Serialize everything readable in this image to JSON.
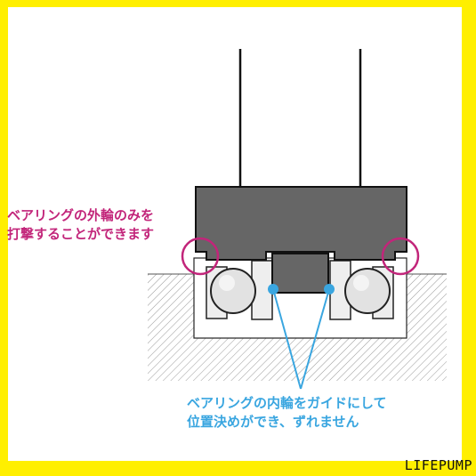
{
  "colors": {
    "frame": "#ffef00",
    "housing": "#666666",
    "bearing_fill": "#eeeeee",
    "callout_magenta": "#c2257a",
    "callout_blue": "#3aa6e0",
    "outline": "#111111"
  },
  "diagram": {
    "callout_outer": {
      "text_lines": [
        "ベアリングの外輪のみを",
        "打撃することができます"
      ]
    },
    "callout_inner": {
      "text_lines": [
        "ベアリングの内輪をガイドにして",
        "位置決めができ、ずれません"
      ]
    },
    "brand": "LIFEPUMP"
  },
  "icons": {
    "outer-race-marker": "magenta-circle",
    "inner-race-marker": "blue-dot"
  }
}
